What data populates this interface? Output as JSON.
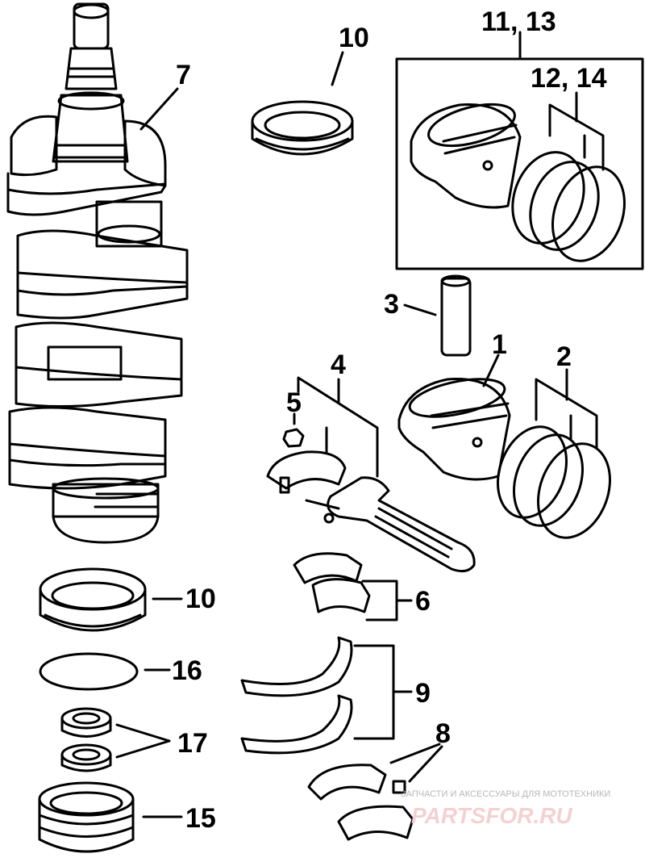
{
  "labels": {
    "l1": "1",
    "l2": "2",
    "l3": "3",
    "l4": "4",
    "l5": "5",
    "l6": "6",
    "l7": "7",
    "l8": "8",
    "l9": "9",
    "l10a": "10",
    "l10b": "10",
    "l11_13": "11, 13",
    "l12_14": "12, 14",
    "l15": "15",
    "l16": "16",
    "l17": "17"
  },
  "watermark": {
    "line1": "ЗАПЧАСТИ И АКСЕССУАРЫ ДЛЯ МОТОТЕХНИКИ",
    "line2": "PARTSFOR.RU"
  },
  "colors": {
    "ink": "#000000",
    "paper": "#ffffff",
    "watermark": "#b7b7b7",
    "watermark_logo": "#f4d1d1"
  }
}
